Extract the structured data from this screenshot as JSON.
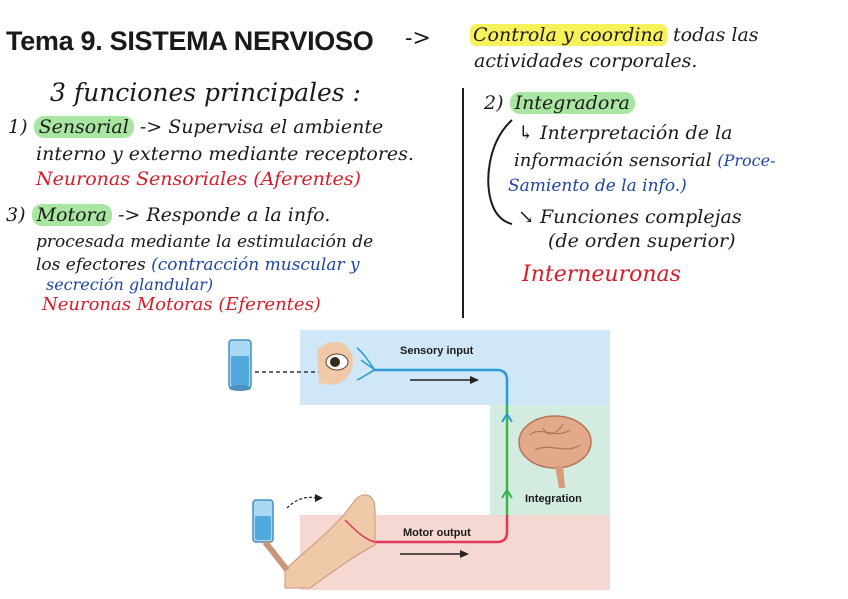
{
  "title": "Tema 9. SISTEMA NERVIOSO",
  "definition": {
    "arrow": "->",
    "highlighted": "Controla y coordina",
    "rest_line1": "todas las",
    "line2": "actividades corporales."
  },
  "intro": "3 funciones principales :",
  "functions": [
    {
      "number": "1)",
      "name": "Sensorial",
      "desc_line1": "-> Supervisa el ambiente",
      "desc_line2": "interno y externo mediante receptores.",
      "neurons": "Neuronas Sensoriales (Aferentes)"
    },
    {
      "number": "2)",
      "name": "Integradora",
      "desc_line1": "↳ Interpretación de la",
      "desc_line2": "información sensorial",
      "desc_blue_a": "(Proce-",
      "desc_blue_b": "Samiento de la info.)",
      "desc_line3": "↘ Funciones complejas",
      "desc_line4": "(de orden superior)",
      "neurons": "Interneuronas"
    },
    {
      "number": "3)",
      "name": "Motora",
      "desc_line1": "-> Responde a la info.",
      "desc_line2": "procesada mediante la estimulación de",
      "desc_line3_black": "los efectores",
      "desc_line3_blue": "(contracción muscular y",
      "desc_line4_blue": "secreción glandular)",
      "neurons": "Neuronas Motoras (Eferentes)"
    }
  ],
  "figure": {
    "sensory_label": "Sensory input",
    "integration_label": "Integration",
    "motor_label": "Motor output",
    "icons": [
      "glass-of-water-icon",
      "eye-icon",
      "brain-icon",
      "arm-holding-glass-icon"
    ]
  },
  "colors": {
    "highlight_yellow": "#f7f25a",
    "highlight_green": "#a8e6a1",
    "ink_red": "#d41e2a",
    "ink_blue": "#1f46a3",
    "sensory_bg": "#cfe7f6",
    "integration_bg": "#d4ece0",
    "motor_bg": "#f6d8d3",
    "sensory_line": "#2b9ad6",
    "integration_line": "#3bb34a",
    "motor_line": "#e2375a"
  }
}
